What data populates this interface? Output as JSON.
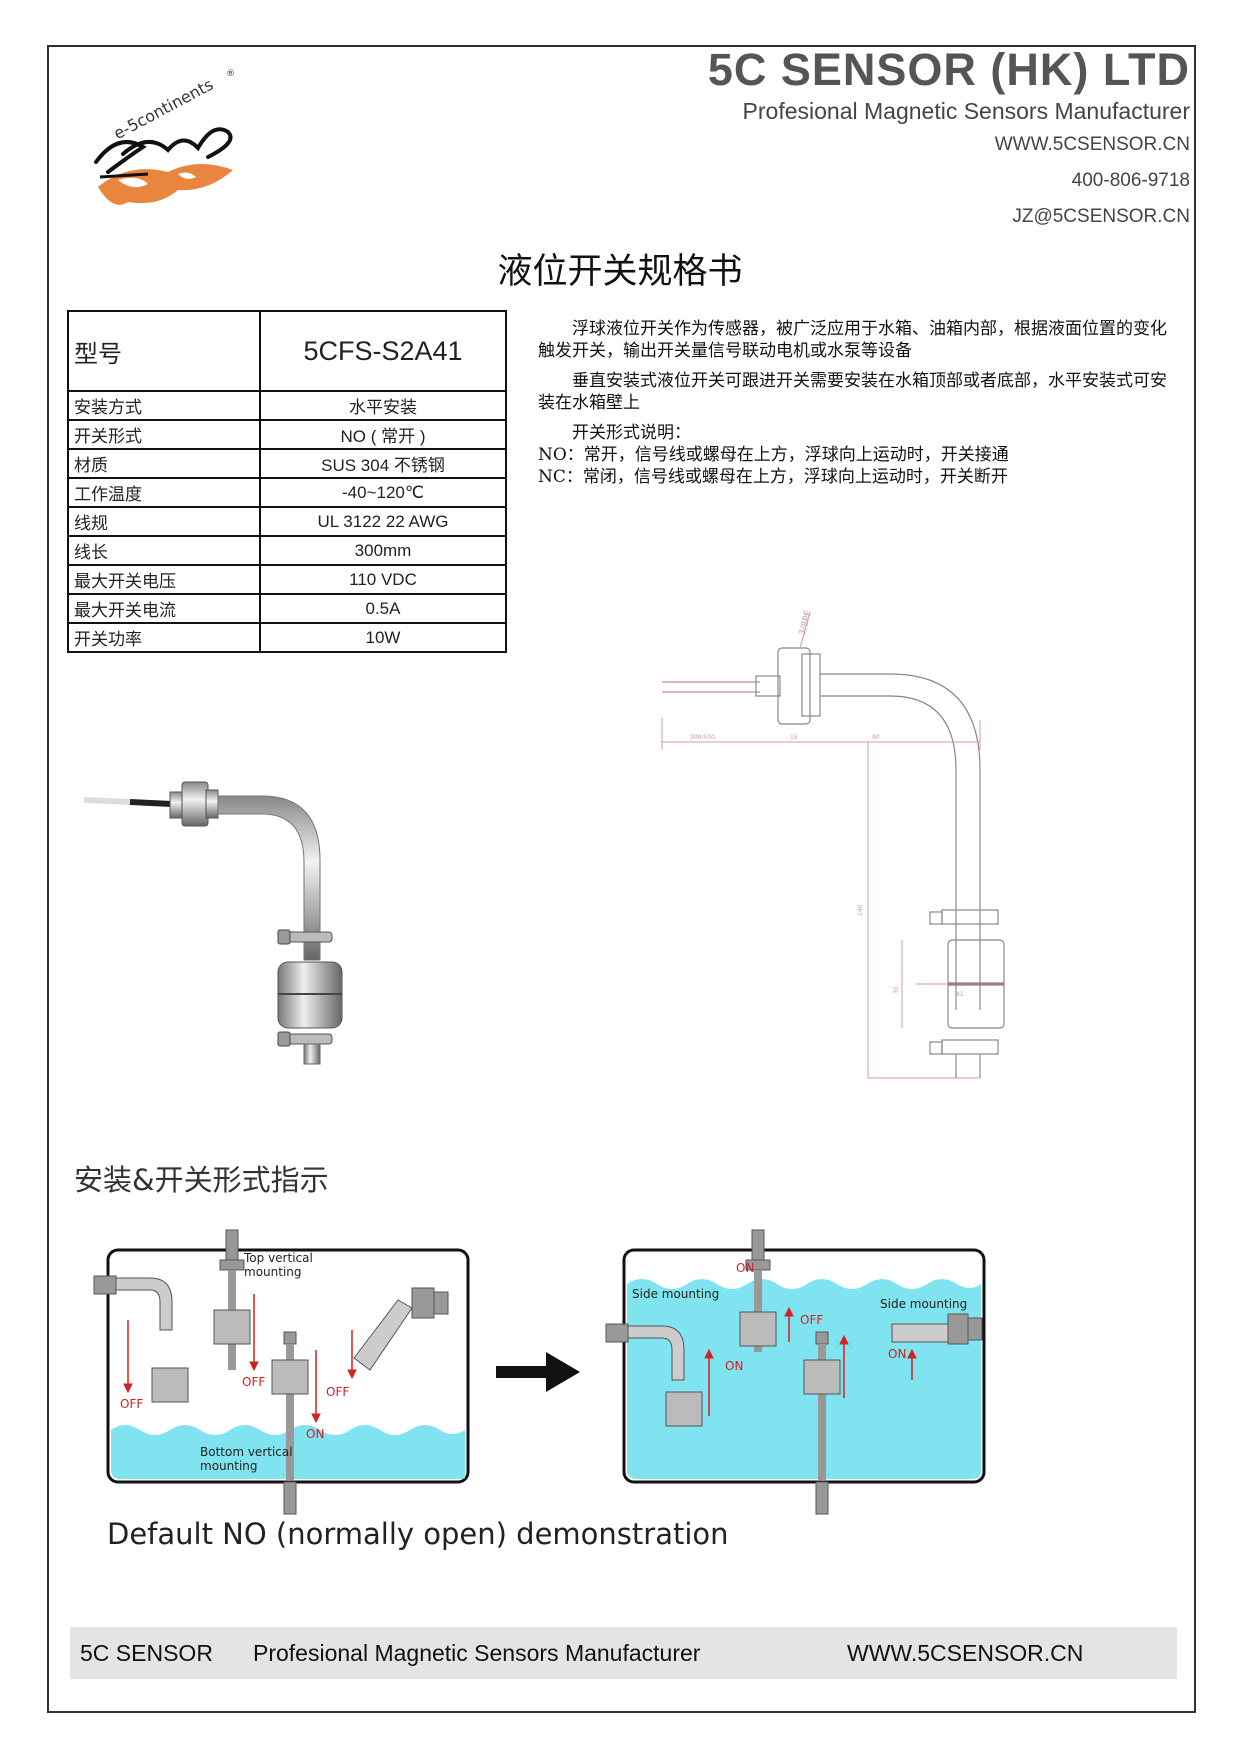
{
  "header": {
    "company_name": "5C SENSOR (HK) LTD",
    "tagline": "Profesional Magnetic Sensors Manufacturer",
    "website": "WWW.5CSENSOR.CN",
    "phone": "400-806-9718",
    "email": "JZ@5CSENSOR.CN",
    "logo_text": "e-5continents",
    "logo_mark": "®",
    "logo_color": "#e8782a"
  },
  "title": "液位开关规格书",
  "spec": {
    "model_key": "型号",
    "model_value": "5CFS-S2A41",
    "rows": [
      {
        "key": "安装方式",
        "value": "水平安装"
      },
      {
        "key": "开关形式",
        "value": "NO ( 常开 )"
      },
      {
        "key": "材质",
        "value": "SUS 304 不锈钢"
      },
      {
        "key": "工作温度",
        "value": "-40~120℃"
      },
      {
        "key": "线规",
        "value": "UL 3122 22 AWG"
      },
      {
        "key": "线长",
        "value": "300mm"
      },
      {
        "key": "最大开关电压",
        "value": "110 VDC"
      },
      {
        "key": "最大开关电流",
        "value": "0.5A"
      },
      {
        "key": "开关功率",
        "value": "10W"
      }
    ]
  },
  "description": {
    "p1": "浮球液位开关作为传感器，被广泛应用于水箱、油箱内部，根据液面位置的变化触发开关，输出开关量信号联动电机或水泵等设备",
    "p2": "垂直安装式液位开关可跟进开关需要安装在水箱顶部或者底部，水平安装式可安装在水箱壁上",
    "p3": "开关形式说明：",
    "no": "NO：常开，信号线或螺母在上方，浮球向上运动时，开关接通",
    "nc": "NC：常闭，信号线或螺母在上方，浮球向上运动时，开关断开"
  },
  "drawing": {
    "thread": "3/8PF",
    "dim_wire": "300/500",
    "dim_nut": "15",
    "dim_horizontal": "90",
    "dim_vertical": "140",
    "dim_float_height": "30",
    "dim_float_dia": "41"
  },
  "section_title": "安装&开关形式指示",
  "demo": {
    "left_top_label_1": "Top vertical",
    "left_top_label_2": "mounting",
    "left_bottom_label_1": "Bottom vertical",
    "left_bottom_label_2": "mounting",
    "right_side_label_a": "Side mounting",
    "right_side_label_b": "Side mounting",
    "on": "ON",
    "off": "OFF",
    "water_color": "#7fe3f0",
    "arrow_color": "#d42020"
  },
  "demo_caption": "Default NO (normally open) demonstration",
  "footer": {
    "brand": "5C SENSOR",
    "tagline": "Profesional Magnetic Sensors Manufacturer",
    "website": "WWW.5CSENSOR.CN"
  }
}
